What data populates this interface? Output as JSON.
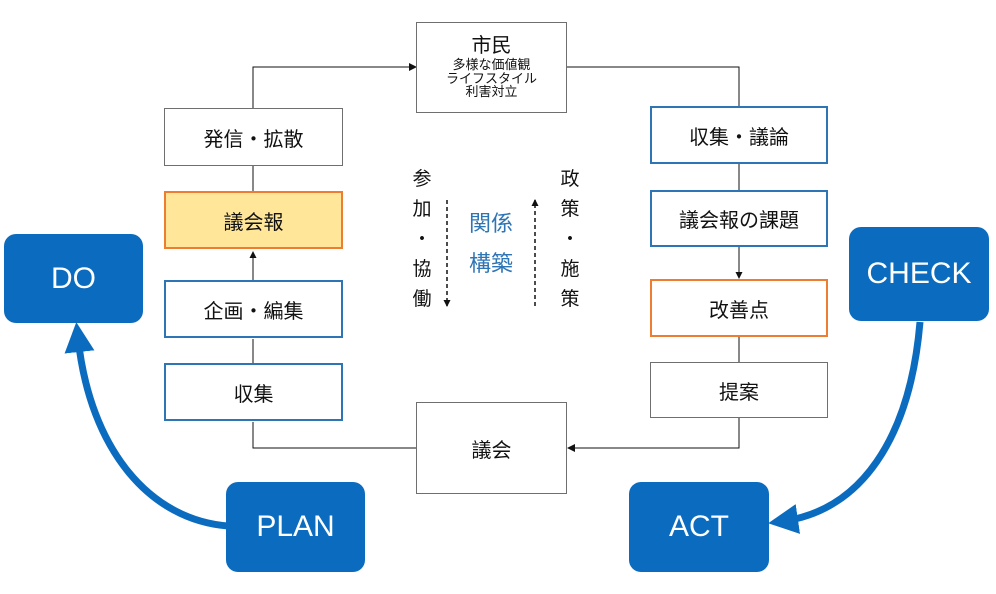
{
  "citizen": {
    "title": "市民",
    "lines": [
      "多様な価値観",
      "ライフスタイル",
      "利害対立"
    ]
  },
  "left_column": {
    "dissemination": "発信・拡散",
    "newsletter": "議会報",
    "planning_editing": "企画・編集",
    "collection": "収集"
  },
  "right_column": {
    "collect_discuss": "収集・議論",
    "newsletter_issues": "議会報の課題",
    "improvements": "改善点",
    "proposal": "提案"
  },
  "assembly": "議会",
  "participation_vertical": [
    "参",
    "加",
    "・",
    "協",
    "働"
  ],
  "relationship_vertical": [
    "関係",
    "構築"
  ],
  "policy_vertical": [
    "政",
    "策",
    "・",
    "施",
    "策"
  ],
  "pdca": {
    "do": "DO",
    "check": "CHECK",
    "plan": "PLAN",
    "act": "ACT"
  },
  "colors": {
    "blue_border": "#2e75b6",
    "orange_border": "#ed7d31",
    "highlight_fill": "#ffe699",
    "pdca_fill": "#0b6cbf",
    "arrow_blue": "#0b6cbf"
  }
}
